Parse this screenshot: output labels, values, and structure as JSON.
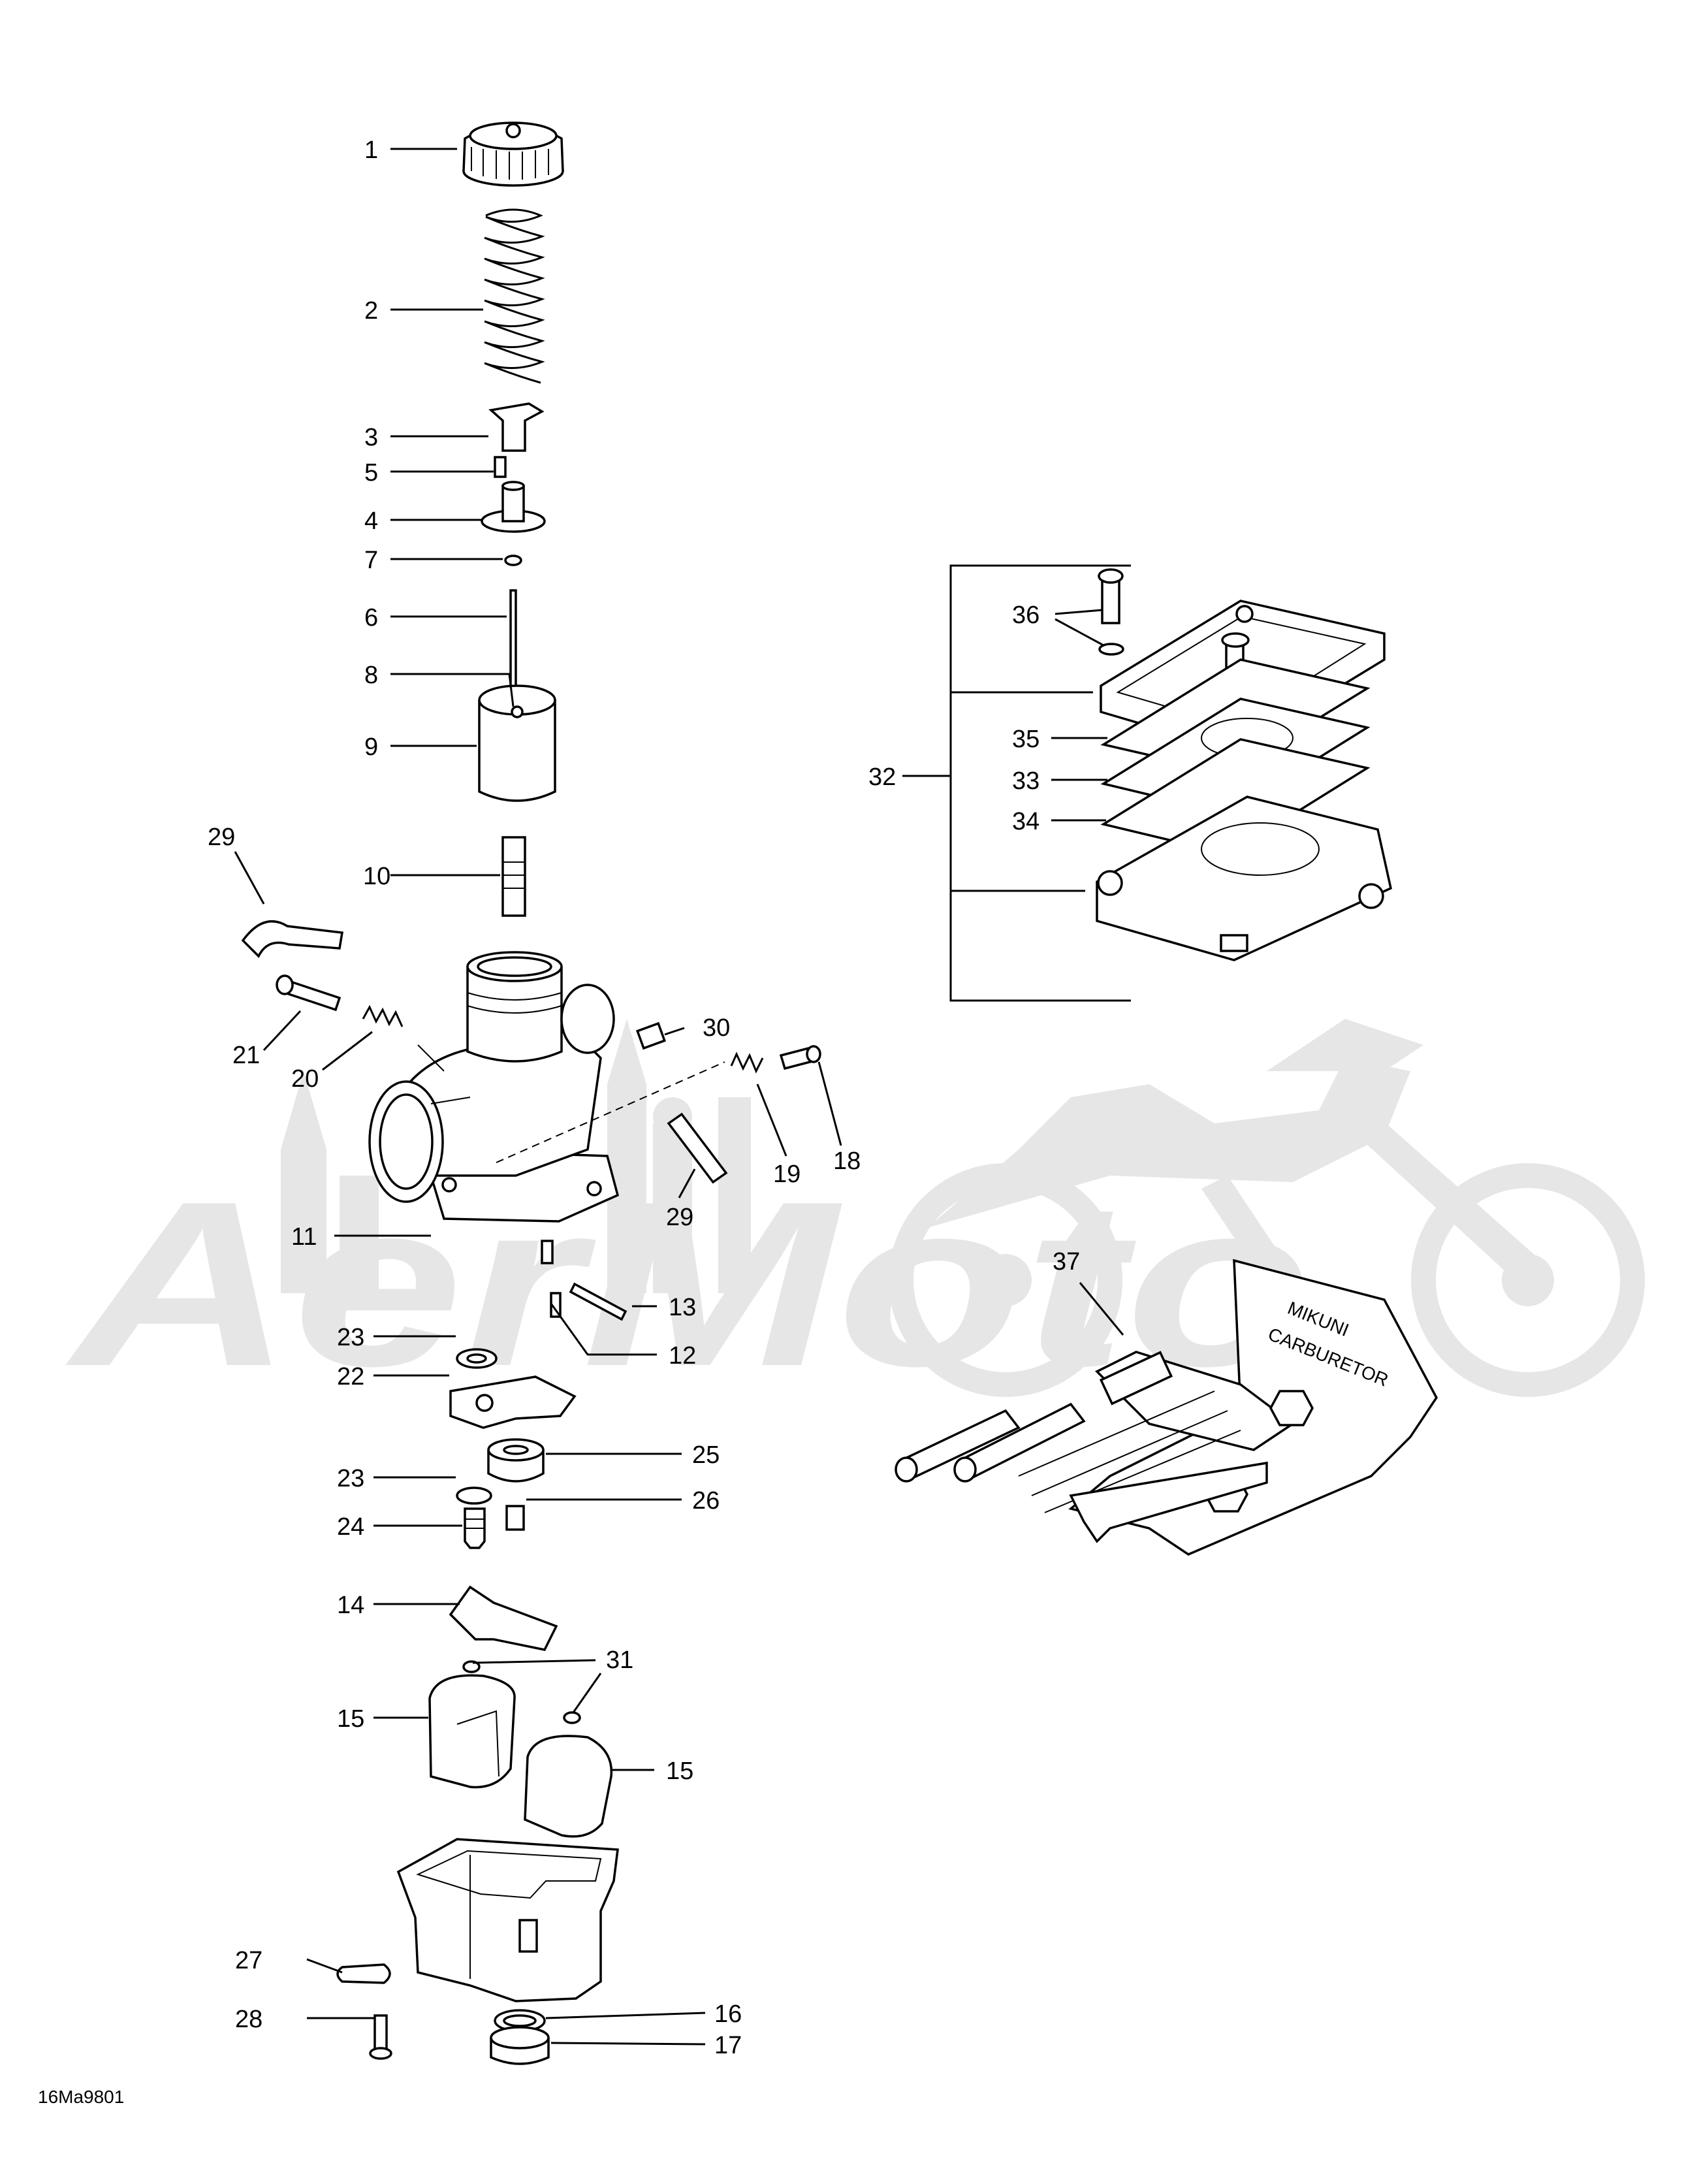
{
  "labels": {
    "l1": "1",
    "l2": "2",
    "l3": "3",
    "l4": "4",
    "l5": "5",
    "l6": "6",
    "l7": "7",
    "l8": "8",
    "l9": "9",
    "l10": "10",
    "l11": "11",
    "l12": "12",
    "l13": "13",
    "l14": "14",
    "l15a": "15",
    "l15b": "15",
    "l16": "16",
    "l17": "17",
    "l18": "18",
    "l19": "19",
    "l20": "20",
    "l21": "21",
    "l22": "22",
    "l23a": "23",
    "l23b": "23",
    "l24": "24",
    "l25": "25",
    "l26": "26",
    "l27": "27",
    "l28": "28",
    "l29a": "29",
    "l29b": "29",
    "l30": "30",
    "l31": "31",
    "l32": "32",
    "l33": "33",
    "l34": "34",
    "l35": "35",
    "l36": "36",
    "l37": "37"
  },
  "drawing_code": "16Ma9801",
  "watermark": "AerMoto",
  "colors": {
    "ink": "#000000",
    "watermark": "#e6e6e6",
    "background": "#ffffff"
  }
}
